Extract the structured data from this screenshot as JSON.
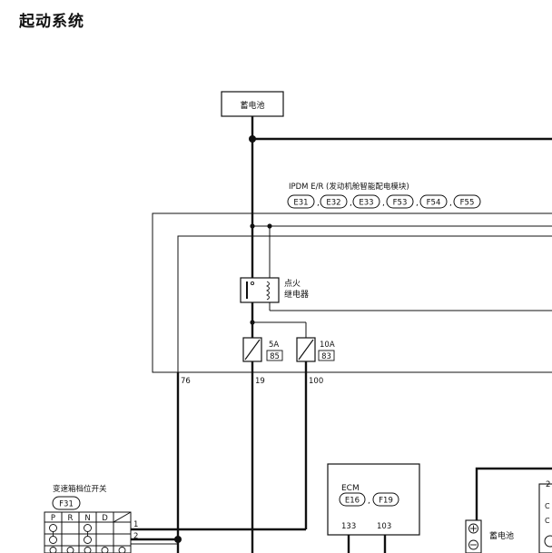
{
  "page_title": "起动系统",
  "battery_top": "蓄电池",
  "ipdm": {
    "title": "IPDM E/R (发动机舱智能配电模块)",
    "connectors": [
      "E31",
      "E32",
      "E33",
      "F53",
      "F54",
      "F55"
    ]
  },
  "relay_label": [
    "点火",
    "继电器"
  ],
  "fuses": [
    {
      "rating": "5A",
      "number": "85"
    },
    {
      "rating": "10A",
      "number": "83"
    }
  ],
  "terminals": [
    "76",
    "19",
    "100"
  ],
  "ecm": {
    "title": "ECM",
    "connectors": [
      "E16",
      "F19"
    ],
    "pins": [
      "133",
      "103"
    ]
  },
  "battery_bottom": "蓄电池",
  "partial_pin": "2",
  "range_switch": {
    "title": "变速箱档位开关",
    "connector": "F31",
    "headers": [
      "P",
      "R",
      "N",
      "D"
    ],
    "pins": [
      "1",
      "2"
    ]
  }
}
